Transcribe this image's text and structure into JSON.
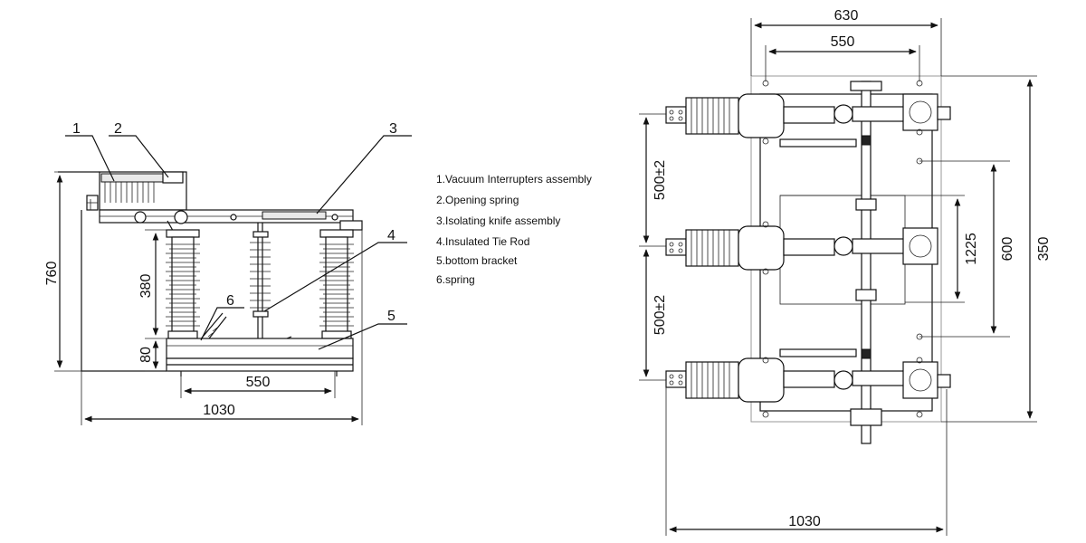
{
  "callouts": [
    "1",
    "2",
    "3",
    "4",
    "5",
    "6"
  ],
  "legend": [
    "1.Vacuum Interrupters assembly",
    "2.Opening spring",
    "3.Isolating knife assembly",
    "4.Insulated Tie Rod",
    "5.bottom bracket",
    "6.spring"
  ],
  "front_view": {
    "dim_height": "760",
    "dim_insulator": "380",
    "dim_base": "80",
    "dim_pitch": "550",
    "dim_width": "1030"
  },
  "top_view": {
    "dim_outer_width": "630",
    "dim_inner_width": "550",
    "dim_phase_upper": "500±2",
    "dim_phase_lower": "500±2",
    "dim_mount": "1225",
    "dim_height": "600",
    "dim_overall": "350",
    "dim_length": "1030"
  }
}
